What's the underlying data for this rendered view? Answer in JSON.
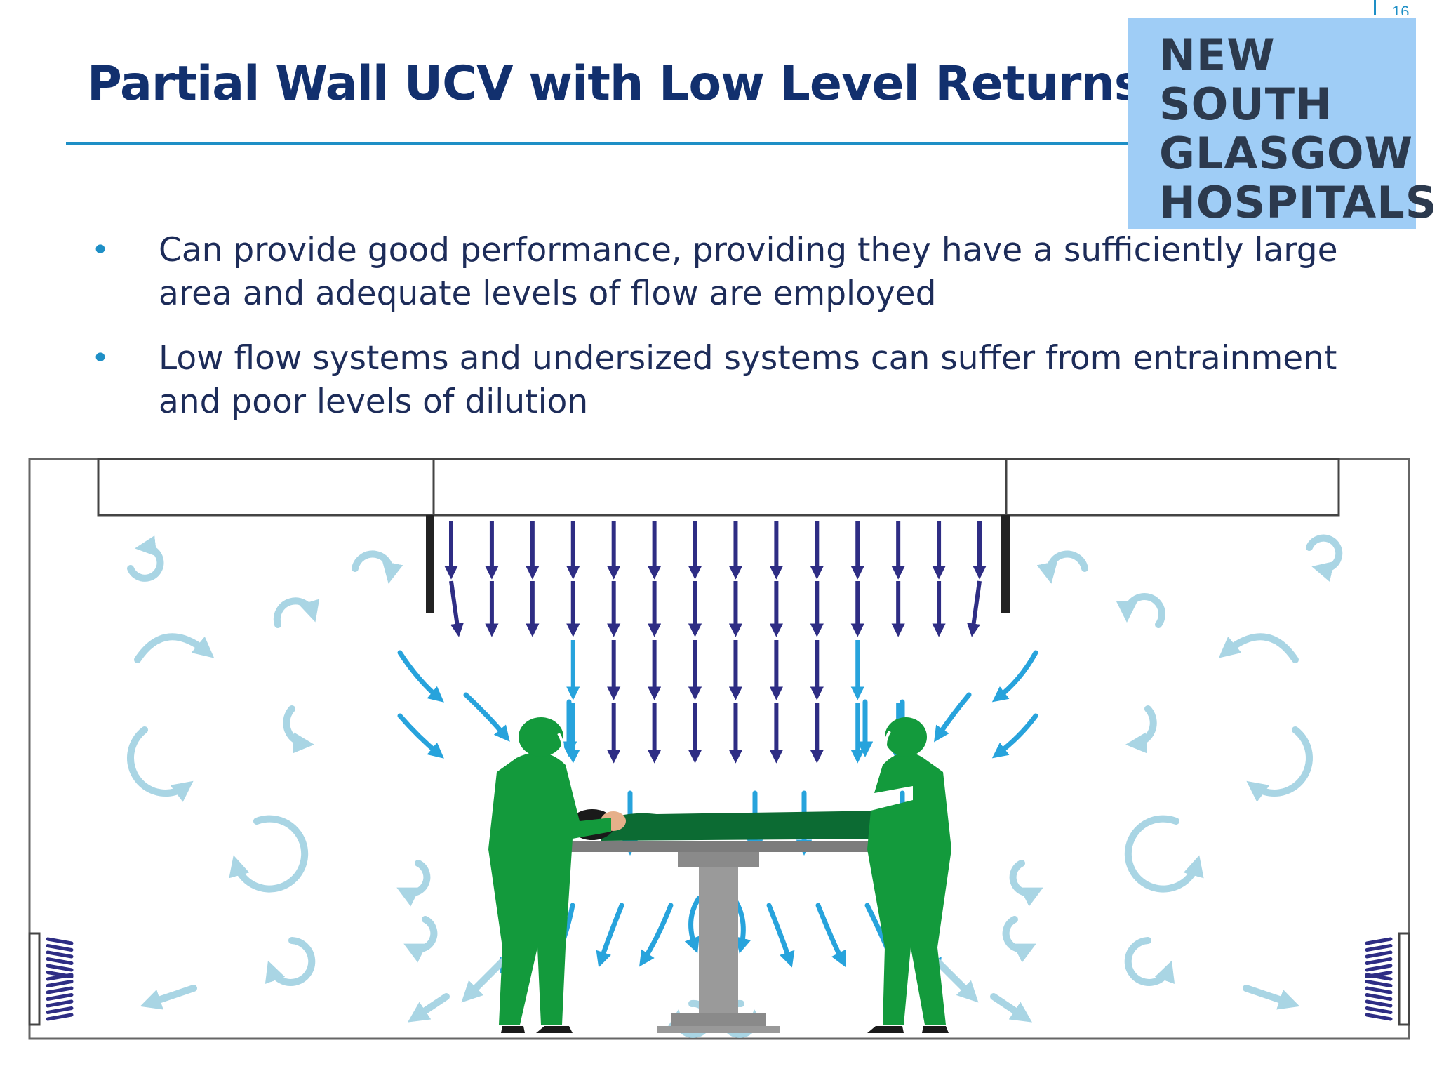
{
  "page": {
    "number": "16"
  },
  "header": {
    "title": "Partial Wall UCV with Low Level Returns"
  },
  "logo": {
    "lines": [
      "NEW",
      "SOUTH",
      "GLASGOW",
      "HOSPITALS"
    ],
    "background": "#9fcdf6",
    "text_color": "#2c3a4e"
  },
  "bullets": [
    {
      "marker": "•",
      "text": "Can provide good performance, providing they have a sufficiently large area  and adequate levels of flow are employed"
    },
    {
      "marker": "•",
      "text": "Low flow systems and undersized systems can suffer from entrainment and poor levels of dilution"
    }
  ],
  "colors": {
    "title": "#12306e",
    "accent": "#1e8fc6",
    "dark_arrow": "#2e2d84",
    "light_arrow": "#27a3dc",
    "pale_arrow": "#a9d5e4",
    "scrubs": "#139a3c"
  },
  "diagram": {
    "icons": [
      "down-arrow-icon",
      "curved-arrow-icon",
      "surgeon-icon",
      "patient-icon",
      "operating-table-icon",
      "return-grille-icon"
    ]
  }
}
